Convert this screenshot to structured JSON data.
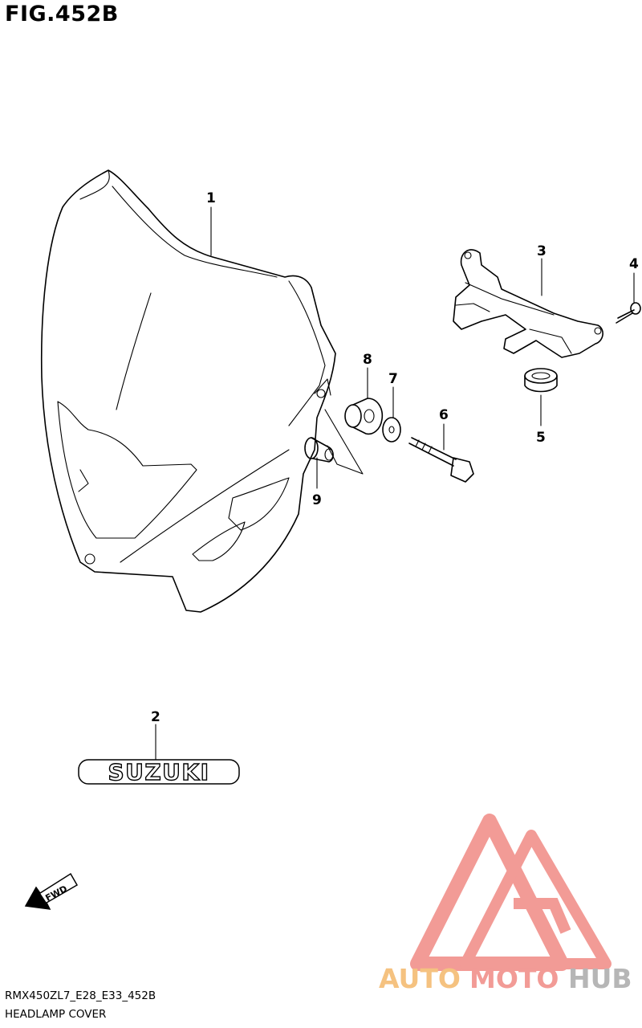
{
  "figure": {
    "title": "FIG.452B",
    "model_code": "RMX450ZL7_E28_E33_452B",
    "section_name": "HEADLAMP COVER"
  },
  "callouts": [
    "1",
    "2",
    "3",
    "4",
    "5",
    "6",
    "7",
    "8",
    "9"
  ],
  "emblem_text": "SUZUKI",
  "fwd_label": "FWD",
  "watermark": {
    "part1": "AUTO",
    "part2": "MOTO",
    "part3": "HUB",
    "color_orange": "#f4b86b",
    "color_red": "#f08a84",
    "color_grey": "#aaaaaa"
  }
}
